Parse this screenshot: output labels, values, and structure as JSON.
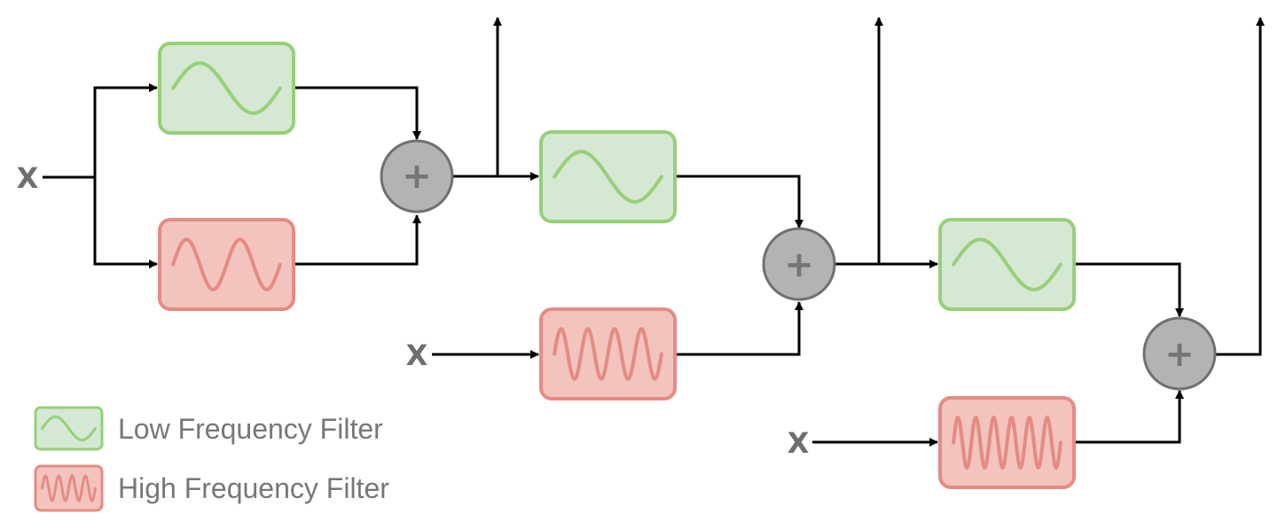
{
  "input_label": "X",
  "sum_symbol": "+",
  "colors": {
    "low_fill": "#d5e8d4",
    "low_stroke": "#97d077",
    "high_fill": "#f2c4bd",
    "high_stroke": "#e58b83",
    "adder_fill": "#b3b3b3",
    "adder_stroke": "#707070",
    "line": "#000000",
    "label": "#6e6e6e"
  },
  "legend": {
    "low_label": "Low Frequency Filter",
    "high_label": "High Frequency Filter"
  },
  "stages": [
    {
      "low_filter": "low-frequency-filter",
      "high_filter": "high-frequency-filter",
      "high_cycles": 2
    },
    {
      "low_filter": "low-frequency-filter",
      "high_filter": "high-frequency-filter",
      "high_cycles": 4
    },
    {
      "low_filter": "low-frequency-filter",
      "high_filter": "high-frequency-filter",
      "high_cycles": 6
    }
  ]
}
